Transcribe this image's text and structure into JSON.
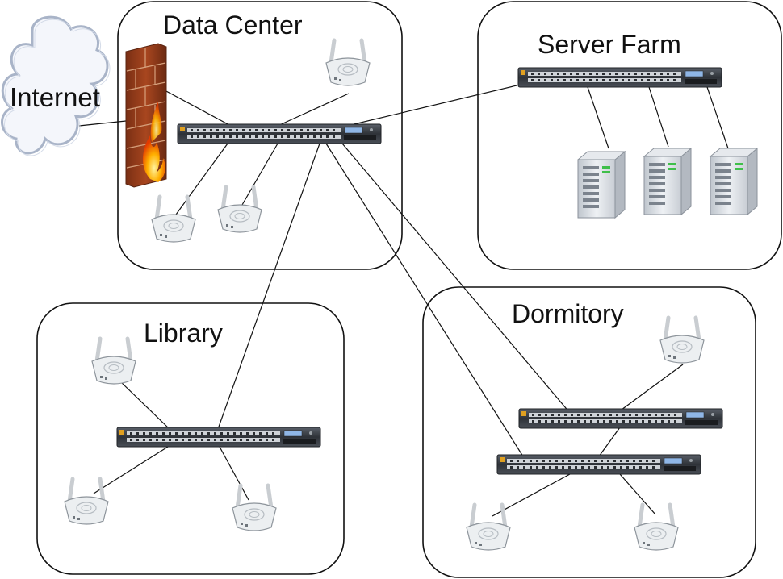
{
  "internet": {
    "label": "Internet"
  },
  "zones": {
    "data_center": {
      "title": "Data Center"
    },
    "server_farm": {
      "title": "Server Farm"
    },
    "library": {
      "title": "Library"
    },
    "dormitory": {
      "title": "Dormitory"
    }
  },
  "colors": {
    "cloud_fill": "#f4f6fb",
    "cloud_stroke": "#a9b4c8",
    "switch_body": "#3a3f47",
    "server_body": "#d9dde3",
    "ap_body": "#eceff1",
    "flame": "#ff8a00",
    "brick": "#9a3d1e"
  }
}
